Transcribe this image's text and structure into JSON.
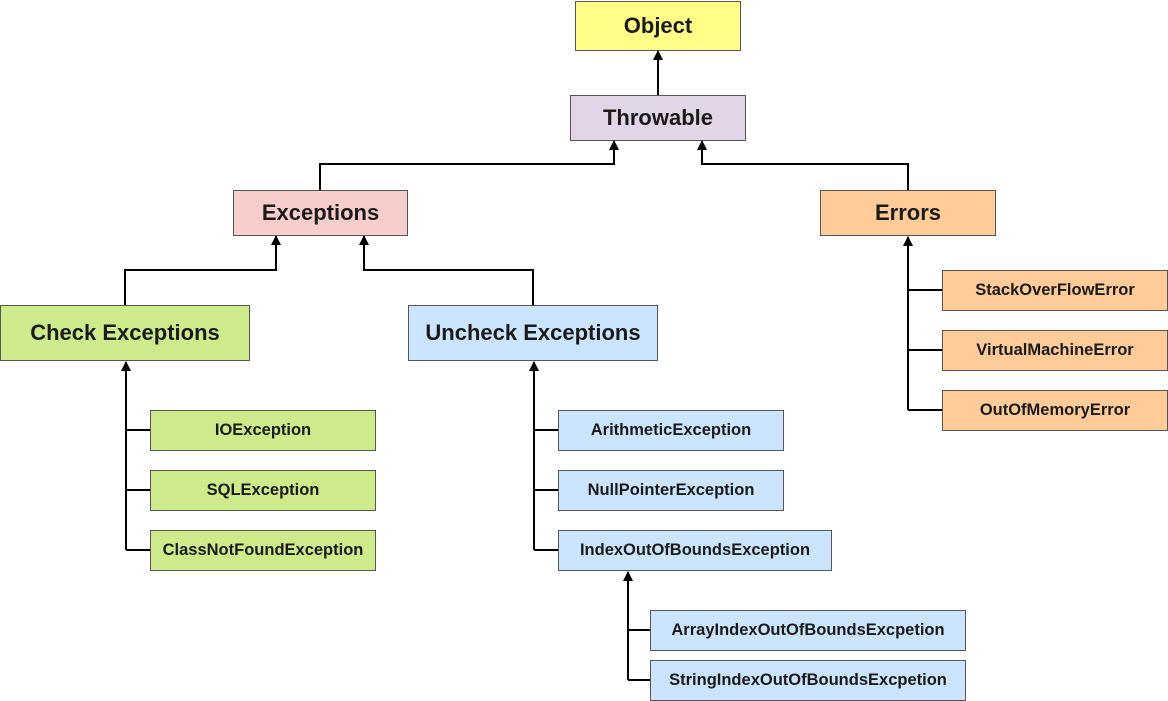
{
  "nodes": {
    "object": "Object",
    "throwable": "Throwable",
    "exceptions": "Exceptions",
    "errors": "Errors",
    "check_exceptions": "Check Exceptions",
    "uncheck_exceptions": "Uncheck Exceptions",
    "io_exception": "IOException",
    "sql_exception": "SQLException",
    "class_not_found_exception": "ClassNotFoundException",
    "arithmetic_exception": "ArithmeticException",
    "null_pointer_exception": "NullPointerException",
    "index_out_of_bounds_exception": "IndexOutOfBoundsException",
    "array_index_out_of_bounds": "ArrayIndexOutOfBoundsExcpetion",
    "string_index_out_of_bounds": "StringIndexOutOfBoundsExcpetion",
    "stack_overflow_error": "StackOverFlowError",
    "virtual_machine_error": "VirtualMachineError",
    "out_of_memory_error": "OutOfMemoryError"
  },
  "colors": {
    "object": "#ffff88",
    "throwable": "#e1d5e7",
    "exceptions": "#f8cecc",
    "errors": "#ffcc99",
    "check": "#cdeb8b",
    "uncheck": "#cce5ff",
    "border": "#555555",
    "edge": "#000000"
  }
}
